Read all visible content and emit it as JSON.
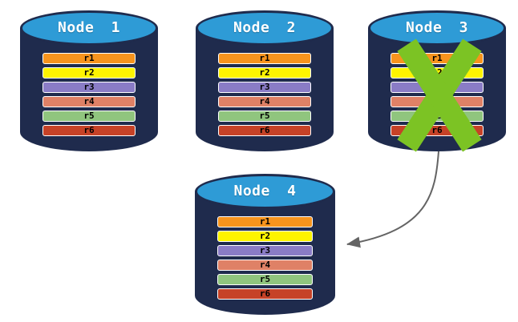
{
  "colors": {
    "background": "#FFFFFF",
    "cylinder_body": "#1F2B4D",
    "cylinder_top": "#2E9BD6",
    "title_text": "#FFFFFF",
    "row_border": "#FFFFFF",
    "row_text": "#000000",
    "failure_x": "#7CC324",
    "arrow": "#646464"
  },
  "nodes": [
    {
      "id": "node-1",
      "label": "Node 1",
      "status": "ok",
      "rows": [
        {
          "label": "r1",
          "color": "#F7941D"
        },
        {
          "label": "r2",
          "color": "#FEF400"
        },
        {
          "label": "r3",
          "color": "#8A7CC6"
        },
        {
          "label": "r4",
          "color": "#DF8166"
        },
        {
          "label": "r5",
          "color": "#90C57E"
        },
        {
          "label": "r6",
          "color": "#C64227"
        }
      ]
    },
    {
      "id": "node-2",
      "label": "Node 2",
      "status": "ok",
      "rows": [
        {
          "label": "r1",
          "color": "#F7941D"
        },
        {
          "label": "r2",
          "color": "#FEF400"
        },
        {
          "label": "r3",
          "color": "#8A7CC6"
        },
        {
          "label": "r4",
          "color": "#DF8166"
        },
        {
          "label": "r5",
          "color": "#90C57E"
        },
        {
          "label": "r6",
          "color": "#C64227"
        }
      ]
    },
    {
      "id": "node-3",
      "label": "Node 3",
      "status": "failed",
      "rows": [
        {
          "label": "r1",
          "color": "#F7941D"
        },
        {
          "label": "r2",
          "color": "#FEF400"
        },
        {
          "label": "r3",
          "color": "#8A7CC6"
        },
        {
          "label": "r4",
          "color": "#DF8166"
        },
        {
          "label": "r5",
          "color": "#90C57E"
        },
        {
          "label": "r6",
          "color": "#C64227"
        }
      ]
    },
    {
      "id": "node-4",
      "label": "Node 4",
      "status": "ok",
      "rows": [
        {
          "label": "r1",
          "color": "#F7941D"
        },
        {
          "label": "r2",
          "color": "#FEF400"
        },
        {
          "label": "r3",
          "color": "#8A7CC6"
        },
        {
          "label": "r4",
          "color": "#DF8166"
        },
        {
          "label": "r5",
          "color": "#90C57E"
        },
        {
          "label": "r6",
          "color": "#C64227"
        }
      ]
    }
  ]
}
